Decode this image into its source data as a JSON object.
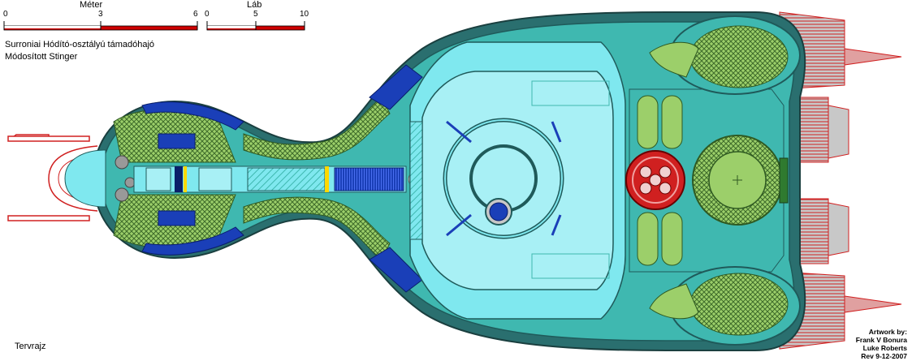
{
  "scale_metric": {
    "unit": "Méter",
    "ticks": [
      "0",
      "3",
      "6"
    ]
  },
  "scale_imperial": {
    "unit": "Láb",
    "ticks": [
      "0",
      "5",
      "10"
    ]
  },
  "title_line1": "Surroniai Hódító-osztályú támadóhajó",
  "title_line2": "Módosított Stinger",
  "caption": "Tervrajz",
  "credits": [
    "Artwork by:",
    "Frank V Bonura",
    "Luke Roberts",
    "Rev 9-12-2007"
  ],
  "colors": {
    "hull_outline": "#1f5a5a",
    "hull_teal": "#3fb8b0",
    "deck_cyan": "#7fe8ef",
    "floor_light": "#a8f0f5",
    "machinery_green": "#9ccf6a",
    "dark_green": "#3e6b2a",
    "engine_red": "#d02020",
    "engine_gray": "#c0c0c0",
    "tank_blue": "#1a3fb8",
    "scale_red": "#cc0000"
  }
}
